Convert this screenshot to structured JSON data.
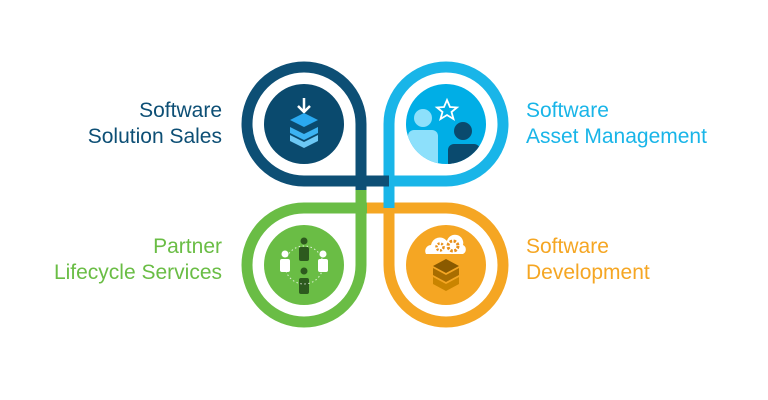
{
  "quadrants": [
    {
      "id": "software-solution-sales",
      "lines": [
        "Software",
        "Solution Sales"
      ],
      "color": "#0d4f75",
      "icon": "download-stack-icon"
    },
    {
      "id": "software-asset-management",
      "lines": [
        "Software",
        "Asset Management"
      ],
      "color": "#19b5e8",
      "icon": "users-star-icon"
    },
    {
      "id": "partner-lifecycle-services",
      "lines": [
        "Partner",
        "Lifecycle Services"
      ],
      "color": "#6abd45",
      "icon": "people-network-icon"
    },
    {
      "id": "software-development",
      "lines": [
        "Software",
        "Development"
      ],
      "color": "#f5a623",
      "icon": "cloud-gears-stack-icon"
    }
  ]
}
